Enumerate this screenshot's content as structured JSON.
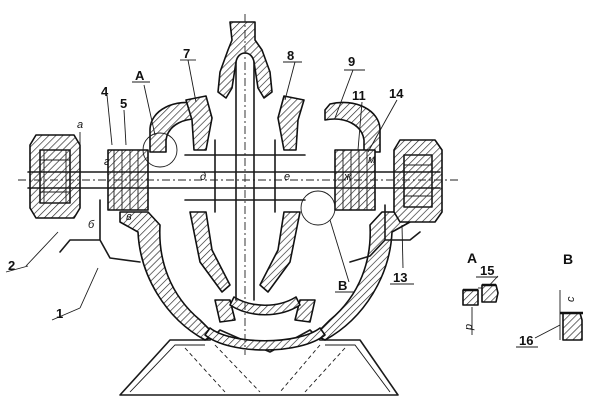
{
  "callouts": {
    "c1": "1",
    "c2": "2",
    "c4": "4",
    "c5": "5",
    "c7": "7",
    "c8": "8",
    "c9": "9",
    "c11": "11",
    "c13": "13",
    "c14": "14",
    "c15": "15",
    "c16": "16"
  },
  "detail_marks": {
    "A": "A",
    "B": "B"
  },
  "section_marks": {
    "a": "a",
    "b": "б",
    "v": "в",
    "g": "г",
    "d": "д",
    "e": "е",
    "zh": "ж",
    "m": "м",
    "p": "р",
    "c": "с"
  },
  "detail_views": {
    "A_title": "A",
    "B_title": "B"
  }
}
